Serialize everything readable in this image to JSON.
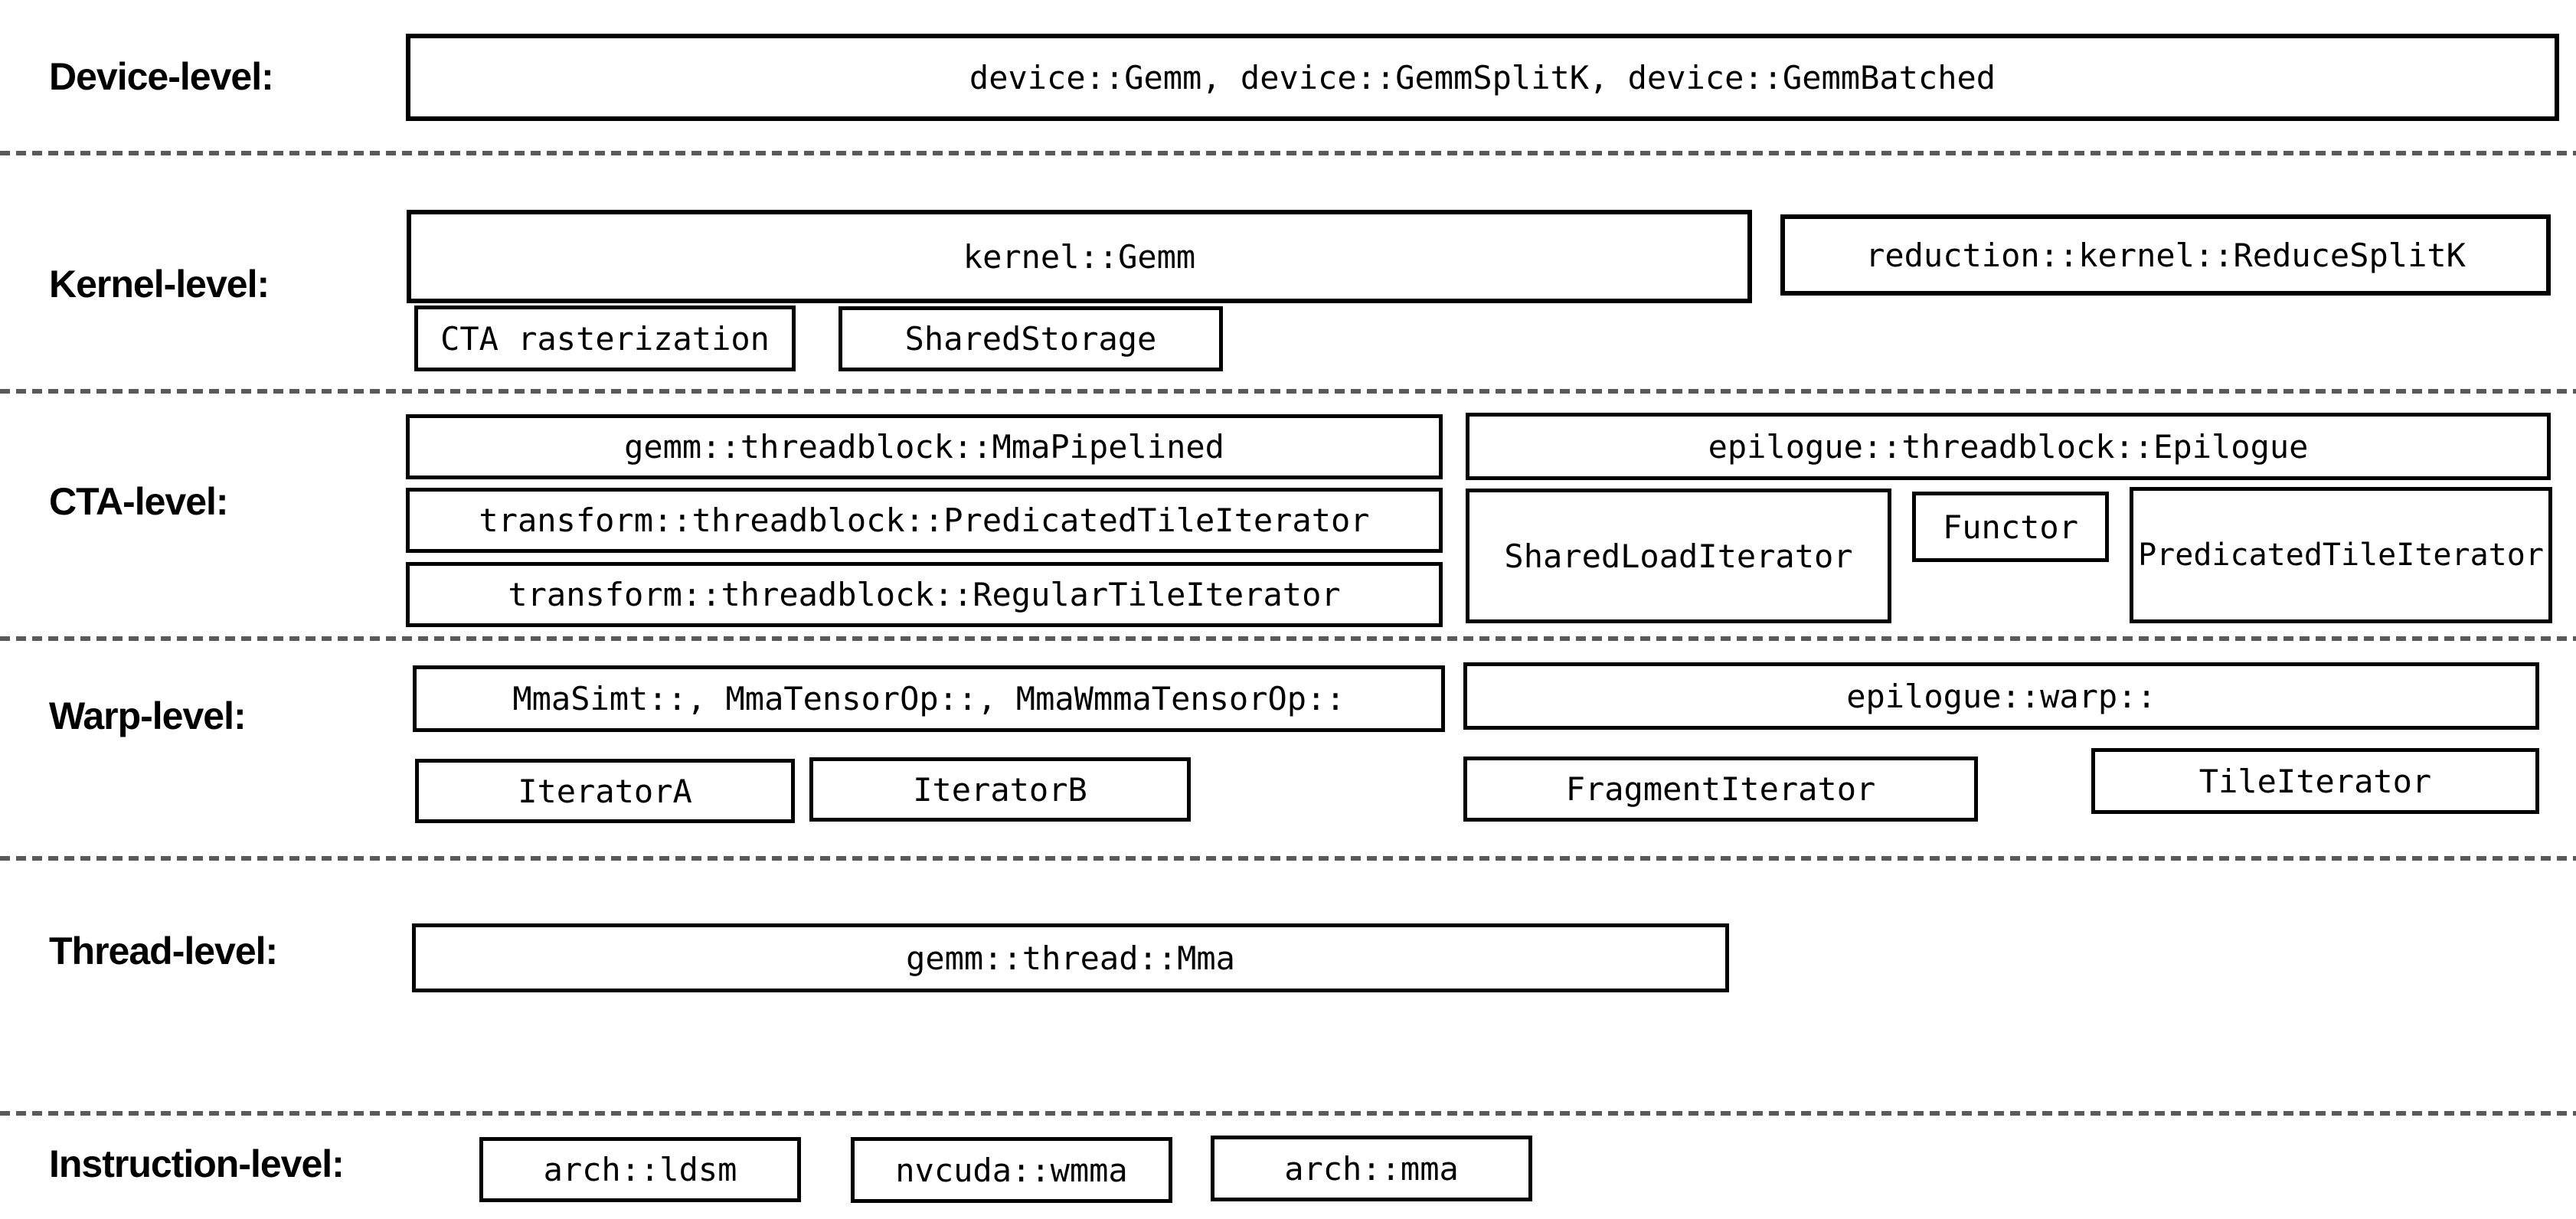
{
  "colors": {
    "background": "#ffffff",
    "box_border": "#000000",
    "box_text": "#000000",
    "divider": "#5a5a5a"
  },
  "levels": [
    {
      "label": "Device-level:",
      "boxes": [
        {
          "text": "device::Gemm, device::GemmSplitK, device::GemmBatched"
        }
      ]
    },
    {
      "label": "Kernel-level:",
      "boxes": [
        {
          "text": "kernel::Gemm"
        },
        {
          "text": "reduction::kernel::ReduceSplitK"
        },
        {
          "text": "CTA rasterization"
        },
        {
          "text": "SharedStorage"
        }
      ]
    },
    {
      "label": "CTA-level:",
      "boxes": [
        {
          "text": "gemm::threadblock::MmaPipelined"
        },
        {
          "text": "transform::threadblock::PredicatedTileIterator"
        },
        {
          "text": "transform::threadblock::RegularTileIterator"
        },
        {
          "text": "epilogue::threadblock::Epilogue"
        },
        {
          "text": "SharedLoadIterator"
        },
        {
          "text": "Functor"
        },
        {
          "text": "PredicatedTileIterator"
        }
      ]
    },
    {
      "label": "Warp-level:",
      "boxes": [
        {
          "text": "MmaSimt::, MmaTensorOp::, MmaWmmaTensorOp::"
        },
        {
          "text": "IteratorA"
        },
        {
          "text": "IteratorB"
        },
        {
          "text": "epilogue::warp::"
        },
        {
          "text": "FragmentIterator"
        },
        {
          "text": "TileIterator"
        }
      ]
    },
    {
      "label": "Thread-level:",
      "boxes": [
        {
          "text": "gemm::thread::Mma"
        }
      ]
    },
    {
      "label": "Instruction-level:",
      "boxes": [
        {
          "text": "arch::ldsm"
        },
        {
          "text": "nvcuda::wmma"
        },
        {
          "text": "arch::mma"
        }
      ]
    }
  ]
}
